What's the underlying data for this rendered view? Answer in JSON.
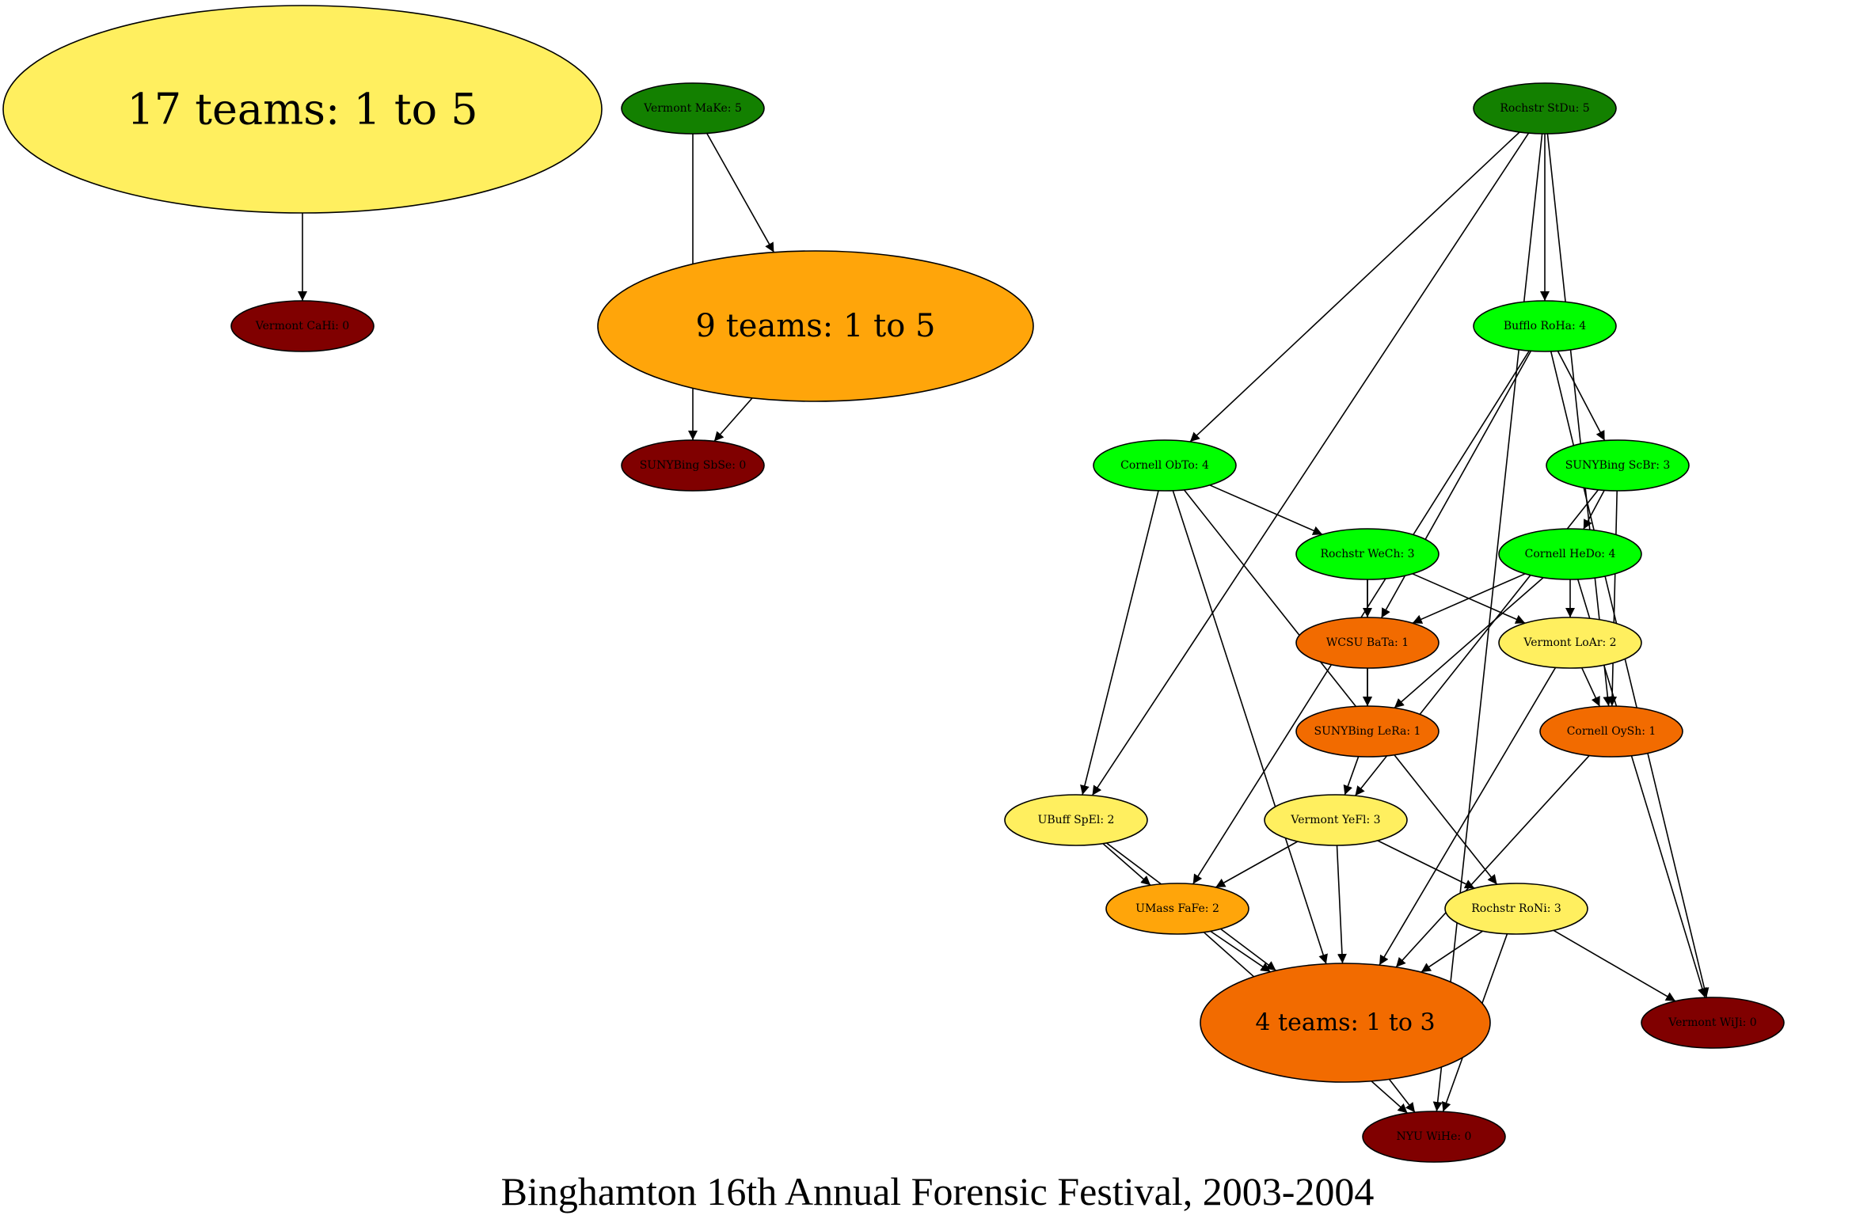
{
  "title": "Binghamton 16th Annual Forensic Festival, 2003-2004",
  "colors": {
    "dark_green": "#138000",
    "bright_green": "#00ff00",
    "yellow": "#ffef5f",
    "orange": "#ffa50a",
    "dark_orange": "#f26b00",
    "dark_red": "#800000"
  },
  "nodes": [
    {
      "id": "g17",
      "label": "17 teams: 1 to 5",
      "color": "yellow"
    },
    {
      "id": "vcahi",
      "label": "Vermont CaHi: 0",
      "color": "dark_red"
    },
    {
      "id": "vmake",
      "label": "Vermont MaKe: 5",
      "color": "dark_green"
    },
    {
      "id": "g9",
      "label": "9 teams: 1 to 5",
      "color": "orange"
    },
    {
      "id": "ssbse",
      "label": "SUNYBing SbSe: 0",
      "color": "dark_red"
    },
    {
      "id": "rstdu",
      "label": "Rochstr StDu: 5",
      "color": "dark_green"
    },
    {
      "id": "broha",
      "label": "Bufflo RoHa: 4",
      "color": "bright_green"
    },
    {
      "id": "cobto",
      "label": "Cornell ObTo: 4",
      "color": "bright_green"
    },
    {
      "id": "sscbr",
      "label": "SUNYBing ScBr: 3",
      "color": "bright_green"
    },
    {
      "id": "rwech",
      "label": "Rochstr WeCh: 3",
      "color": "bright_green"
    },
    {
      "id": "chedo",
      "label": "Cornell HeDo: 4",
      "color": "bright_green"
    },
    {
      "id": "wbata",
      "label": "WCSU BaTa: 1",
      "color": "dark_orange"
    },
    {
      "id": "vloar",
      "label": "Vermont LoAr: 2",
      "color": "yellow"
    },
    {
      "id": "slera",
      "label": "SUNYBing LeRa: 1",
      "color": "dark_orange"
    },
    {
      "id": "coysh",
      "label": "Cornell OySh: 1",
      "color": "dark_orange"
    },
    {
      "id": "uspel",
      "label": "UBuff SpEl: 2",
      "color": "yellow"
    },
    {
      "id": "vyefl",
      "label": "Vermont YeFl: 3",
      "color": "yellow"
    },
    {
      "id": "ufafe",
      "label": "UMass FaFe: 2",
      "color": "orange"
    },
    {
      "id": "rroni",
      "label": "Rochstr RoNi: 3",
      "color": "yellow"
    },
    {
      "id": "g4",
      "label": "4 teams: 1 to 3",
      "color": "dark_orange"
    },
    {
      "id": "vwiji",
      "label": "Vermont WiJi: 0",
      "color": "dark_red"
    },
    {
      "id": "nwihe",
      "label": "NYU WiHe: 0",
      "color": "dark_red"
    }
  ],
  "edges": [
    [
      "g17",
      "vcahi"
    ],
    [
      "vmake",
      "g9"
    ],
    [
      "vmake",
      "ssbse"
    ],
    [
      "g9",
      "ssbse"
    ],
    [
      "rstdu",
      "broha"
    ],
    [
      "rstdu",
      "cobto"
    ],
    [
      "rstdu",
      "uspel"
    ],
    [
      "rstdu",
      "coysh"
    ],
    [
      "rstdu",
      "nwihe"
    ],
    [
      "broha",
      "sscbr"
    ],
    [
      "broha",
      "wbata"
    ],
    [
      "broha",
      "ufafe"
    ],
    [
      "broha",
      "vwiji"
    ],
    [
      "cobto",
      "rwech"
    ],
    [
      "cobto",
      "uspel"
    ],
    [
      "cobto",
      "g4"
    ],
    [
      "cobto",
      "rroni"
    ],
    [
      "sscbr",
      "chedo"
    ],
    [
      "sscbr",
      "coysh"
    ],
    [
      "sscbr",
      "vyefl"
    ],
    [
      "rwech",
      "wbata"
    ],
    [
      "rwech",
      "vloar"
    ],
    [
      "rwech",
      "slera"
    ],
    [
      "chedo",
      "wbata"
    ],
    [
      "chedo",
      "vloar"
    ],
    [
      "chedo",
      "slera"
    ],
    [
      "chedo",
      "vwiji"
    ],
    [
      "wbata",
      "slera"
    ],
    [
      "vloar",
      "coysh"
    ],
    [
      "vloar",
      "g4"
    ],
    [
      "slera",
      "vyefl"
    ],
    [
      "coysh",
      "g4"
    ],
    [
      "uspel",
      "ufafe"
    ],
    [
      "uspel",
      "g4"
    ],
    [
      "vyefl",
      "ufafe"
    ],
    [
      "vyefl",
      "g4"
    ],
    [
      "vyefl",
      "rroni"
    ],
    [
      "ufafe",
      "g4"
    ],
    [
      "ufafe",
      "nwihe"
    ],
    [
      "rroni",
      "g4"
    ],
    [
      "rroni",
      "vwiji"
    ],
    [
      "rroni",
      "nwihe"
    ],
    [
      "g4",
      "nwihe"
    ]
  ]
}
